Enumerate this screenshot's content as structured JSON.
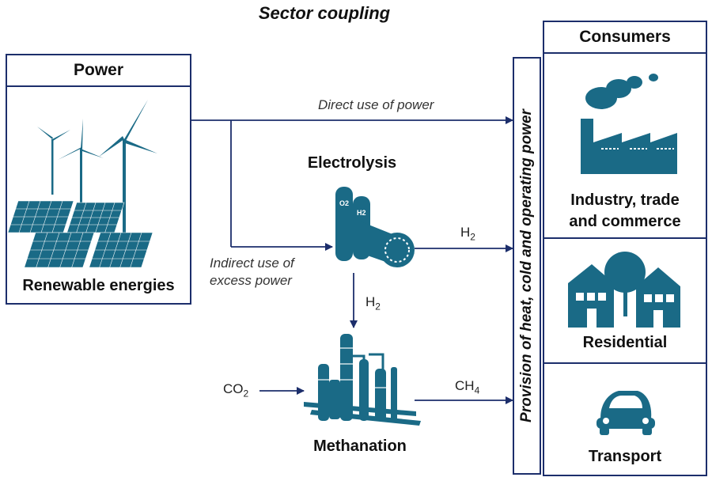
{
  "title": "Sector coupling",
  "power": {
    "header": "Power",
    "caption": "Renewable energies"
  },
  "flows": {
    "direct": "Direct use of power",
    "indirect_line1": "Indirect use of",
    "indirect_line2": "excess power",
    "h2": "H",
    "h2_sub": "2",
    "co2": "CO",
    "co2_sub": "2",
    "ch4": "CH",
    "ch4_sub": "4"
  },
  "processes": {
    "electrolysis": "Electrolysis",
    "methanation": "Methanation",
    "o2_tag": "O2",
    "h2_tag": "H2"
  },
  "provision": "Provision of heat, cold and operating power",
  "consumers": {
    "header": "Consumers",
    "industry_line1": "Industry, trade",
    "industry_line2": "and commerce",
    "residential": "Residential",
    "transport": "Transport"
  },
  "colors": {
    "icon": "#1a6a86",
    "line": "#1c2e6b"
  },
  "icons": [
    "wind-turbine-icon",
    "solar-panel-icon",
    "electrolyzer-icon",
    "methanation-plant-icon",
    "factory-icon",
    "houses-icon",
    "car-icon"
  ]
}
